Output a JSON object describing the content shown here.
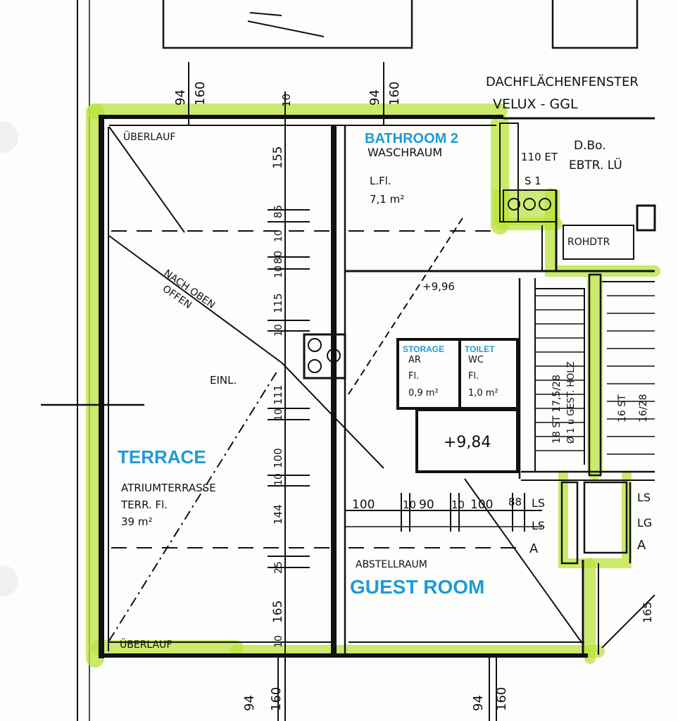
{
  "labels": {
    "roof_windows": "DACHFLÄCHENFENSTER",
    "velux": "VELUX - GGL",
    "overflow_top": "ÜBERLAUF",
    "overflow_bottom": "ÜBERLAUF",
    "bathroom": "BATHROOM 2",
    "wash_room": "WASCHRAUM",
    "wash_floor": "L.Fl.",
    "wash_area": "7,1 m²",
    "shower_ref": "D.Bo.",
    "shower_ref2": "EBTR. LÜ",
    "hole1": "110 ET",
    "hole2": "S 1",
    "shaft": "ROHDTR",
    "roof_open1": "NACH OBEN",
    "roof_open2": "OFFEN",
    "entry": "EINL.",
    "terrace": "TERRACE",
    "atrium1": "ATRIUMTERRASSE",
    "atrium2": "TERR. Fl.",
    "atrium_area": "39 m²",
    "storage": "STORAGE",
    "storage_sub": "AR",
    "storage_fl": "Fl.",
    "storage_area": "0,9 m²",
    "toilet": "TOILET",
    "toilet_sub": "WC",
    "toilet_fl": "Fl.",
    "toilet_area": "1,0 m²",
    "level": "+9,84",
    "floor_mark": "+9,96",
    "guest_room": "GUEST ROOM",
    "abstellraum": "ABSTELLRAUM",
    "stairs1": "18 ST 17,5/28",
    "stairs1b": "Ø 1 u GEST. HOLZ",
    "stairs2": "16 ST",
    "stairs2b": "16/28",
    "ls1": "LS",
    "ls2": "LS",
    "ls3": "LS",
    "ls4": "LG",
    "mark_a1": "A",
    "mark_a2": "A",
    "dim_94a": "94",
    "dim_160a": "160",
    "dim_10a": "10",
    "dim_94b": "94",
    "dim_160b": "160",
    "dim_94c": "94",
    "dim_160c": "160",
    "dim_94d": "94",
    "dim_160d": "160",
    "dim_v155": "155",
    "dim_v85": "85",
    "dim_v10a": "10",
    "dim_v80": "80",
    "dim_v10b": "10",
    "dim_v115": "115",
    "dim_v10c": "10",
    "dim_v111": "111",
    "dim_v10d": "10",
    "dim_v100": "100",
    "dim_v10e": "10",
    "dim_v144": "144",
    "dim_v25": "25",
    "dim_v165": "165",
    "dim_v10f": "10",
    "dim_h100": "100",
    "dim_h10a": "10",
    "dim_h90": "90",
    "dim_h10b": "10",
    "dim_h100b": "100",
    "dim_h88": "88",
    "dim_165r": "165"
  }
}
